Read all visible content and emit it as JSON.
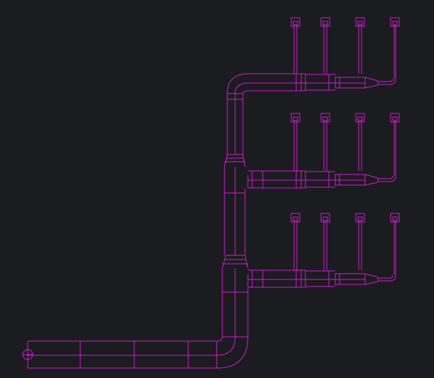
{
  "viewport": {
    "background": "#1b1c1f",
    "wire_color": "#d916d9"
  },
  "model": {
    "main_run": {
      "segments": 4,
      "end_marker": "circle-cap"
    },
    "branches": [
      {
        "id": "upper",
        "segments": 4,
        "terminals": 4
      },
      {
        "id": "middle",
        "segments": 4,
        "terminals": 4
      },
      {
        "id": "lower",
        "segments": 4,
        "terminals": 4
      }
    ]
  }
}
